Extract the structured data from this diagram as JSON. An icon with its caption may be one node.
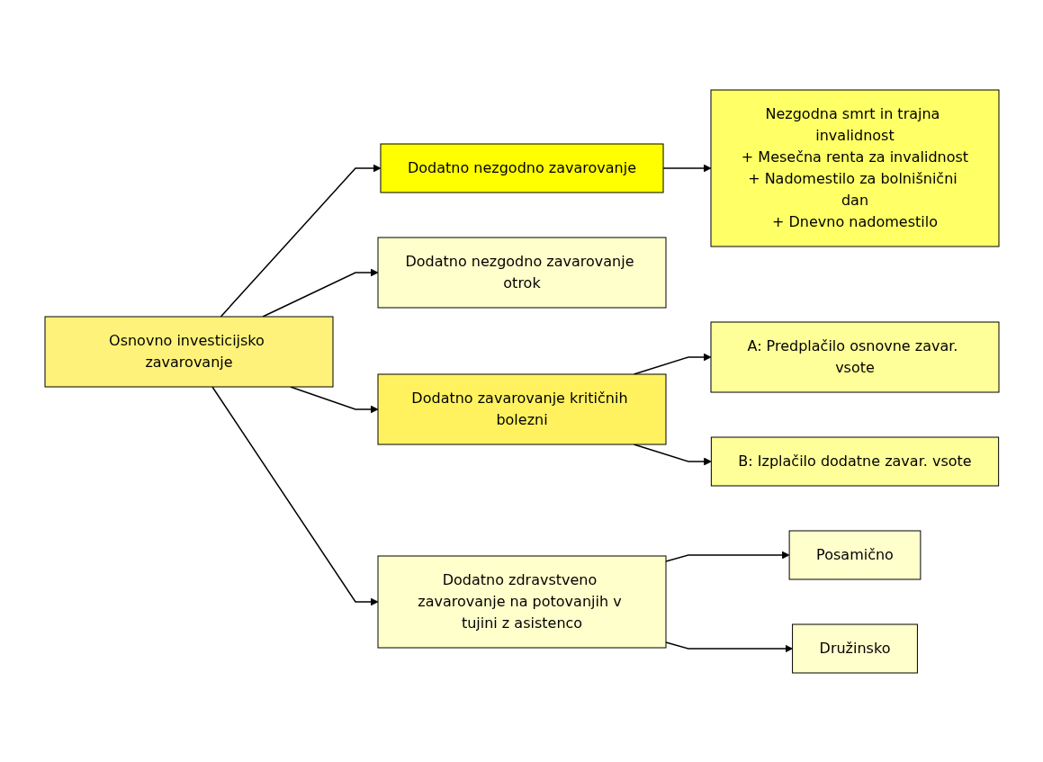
{
  "diagram": {
    "nodes": [
      {
        "text": [
          "Osnovno investicijsko zavarovanje"
        ]
      },
      {
        "text": [
          "Dodatno nezgodno zavarovanje"
        ]
      },
      {
        "text": [
          "Dodatno nezgodno zavarovanje otrok"
        ]
      },
      {
        "text": [
          "Dodatno zavarovanje kritičnih bolezni"
        ]
      },
      {
        "text": [
          "Dodatno zdravstveno zavarovanje na potovanjih v tujini z asistenco"
        ]
      },
      {
        "text": [
          "Nezgodna smrt in trajna invalidnost",
          "+ Mesečna renta za invalidnost",
          "+ Nadomestilo za bolnišnični dan",
          "+ Dnevno nadomestilo"
        ]
      },
      {
        "text": [
          "A: Predplačilo osnovne zavar. vsote"
        ]
      },
      {
        "text": [
          "B: Izplačilo dodatne zavar. vsote"
        ]
      },
      {
        "text": [
          "Posamično"
        ]
      },
      {
        "text": [
          "Družinsko"
        ]
      }
    ],
    "edges": [
      {
        "from": 0,
        "to": 1,
        "arrow": "to"
      },
      {
        "from": 0,
        "to": 2,
        "arrow": "to"
      },
      {
        "from": 0,
        "to": 3,
        "arrow": "to"
      },
      {
        "from": 0,
        "to": 4,
        "arrow": "to"
      },
      {
        "from": 1,
        "to": 5,
        "arrow": "to"
      },
      {
        "from": 3,
        "to": 6,
        "arrow": "to"
      },
      {
        "from": 3,
        "to": 7,
        "arrow": "to"
      },
      {
        "from": 4,
        "to": 8,
        "arrow": "to"
      },
      {
        "from": 4,
        "to": 9,
        "arrow": "to"
      }
    ]
  }
}
